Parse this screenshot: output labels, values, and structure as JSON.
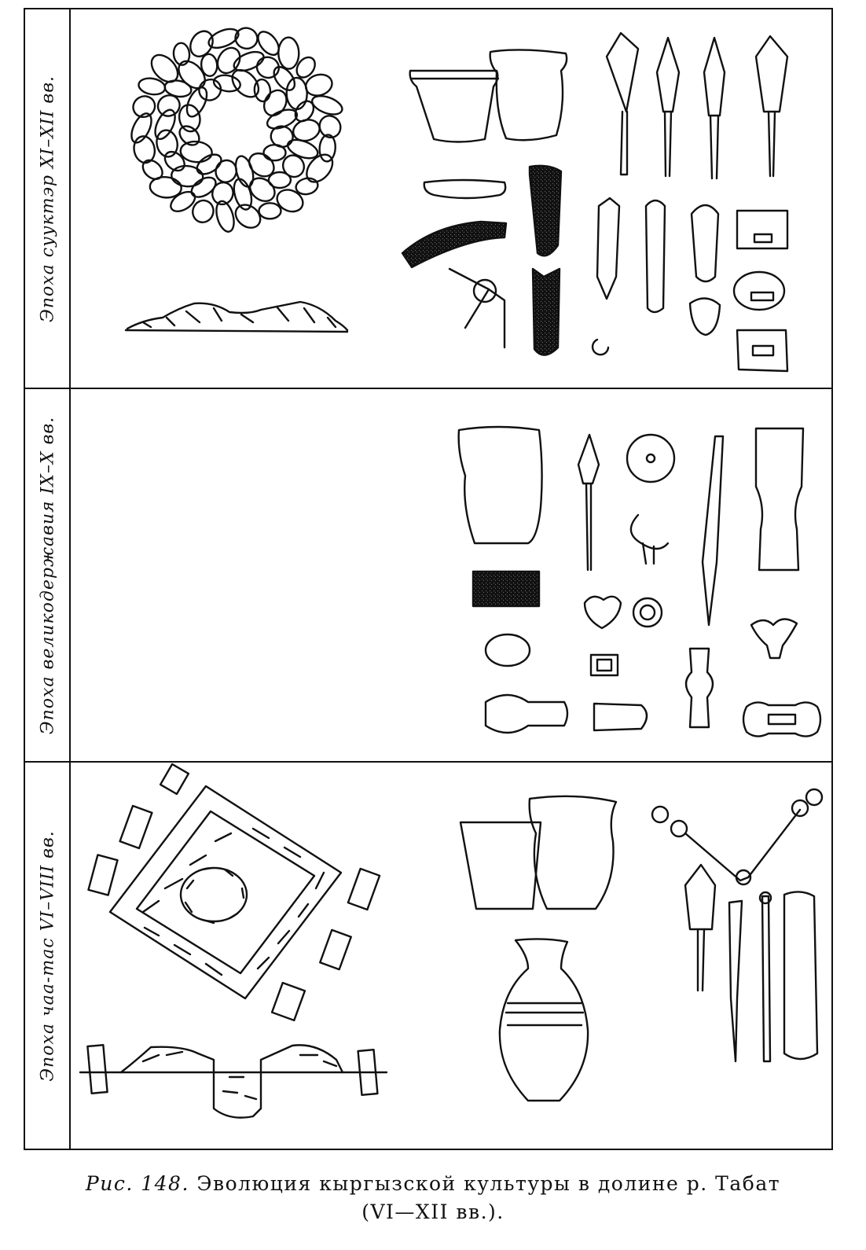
{
  "figure": {
    "rows": [
      {
        "label": "Эпоха сууктэр XI–XII вв."
      },
      {
        "label": "Эпоха великодержавия IX–X вв."
      },
      {
        "label": "Эпоха чаа-тас VI–VIII вв."
      }
    ],
    "caption": {
      "fig_label": "Рис. 148.",
      "line1": "Эволюция кыргызской культуры в долине р. Табат",
      "line2": "(VI—XII вв.)."
    }
  }
}
